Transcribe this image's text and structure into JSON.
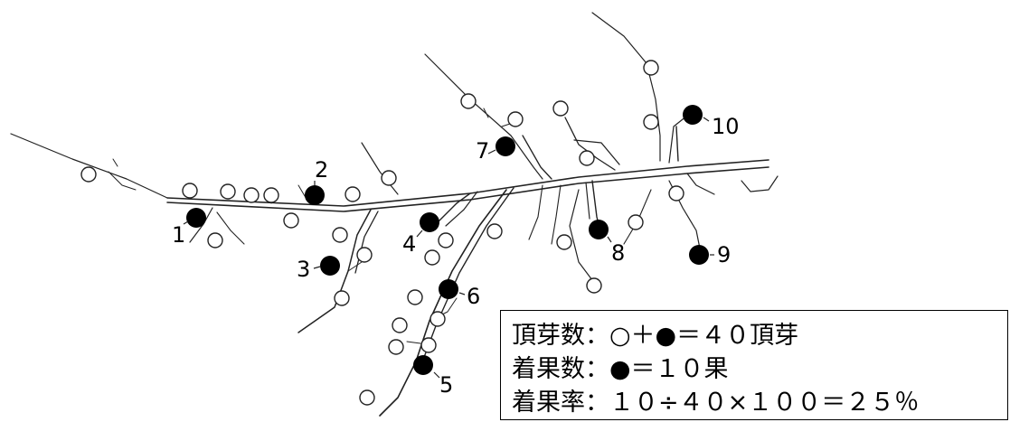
{
  "markers": [
    {
      "label": "1"
    },
    {
      "label": "2"
    },
    {
      "label": "3"
    },
    {
      "label": "4"
    },
    {
      "label": "5"
    },
    {
      "label": "6"
    },
    {
      "label": "7"
    },
    {
      "label": "8"
    },
    {
      "label": "9"
    },
    {
      "label": "10"
    }
  ],
  "legend": {
    "line1": "頂芽数：○＋●＝４０頂芽",
    "line2": "着果数：●＝１０果",
    "line3": "着果率：１０÷４０×１００＝２５％"
  }
}
